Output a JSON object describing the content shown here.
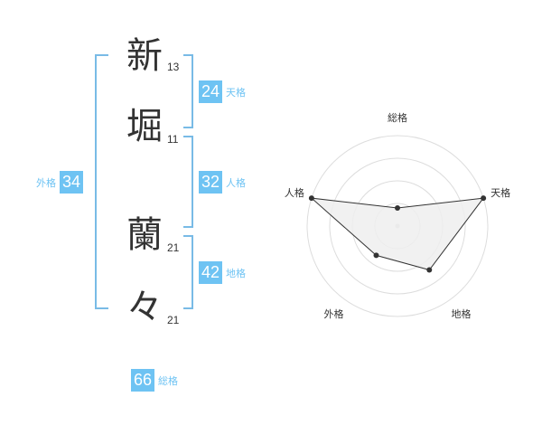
{
  "name": {
    "chars": [
      {
        "char": "新",
        "strokes": "13"
      },
      {
        "char": "堀",
        "strokes": "11"
      },
      {
        "char": "蘭",
        "strokes": "21"
      },
      {
        "char": "々",
        "strokes": "21"
      }
    ]
  },
  "scores": {
    "tenkaku": {
      "value": "24",
      "label": "天格"
    },
    "jinkaku": {
      "value": "32",
      "label": "人格"
    },
    "chikaku": {
      "value": "42",
      "label": "地格"
    },
    "gaikaku": {
      "value": "34",
      "label": "外格"
    },
    "soukaku": {
      "value": "66",
      "label": "総格"
    }
  },
  "chart_data": {
    "type": "radar",
    "axes": [
      "総格",
      "天格",
      "地格",
      "外格",
      "人格"
    ],
    "values": [
      1,
      5,
      3,
      2,
      5
    ],
    "rmax": 5,
    "rings": 4,
    "colors": {
      "fill": "#eeeeee",
      "line": "#333333",
      "ring": "#dddddd"
    }
  }
}
